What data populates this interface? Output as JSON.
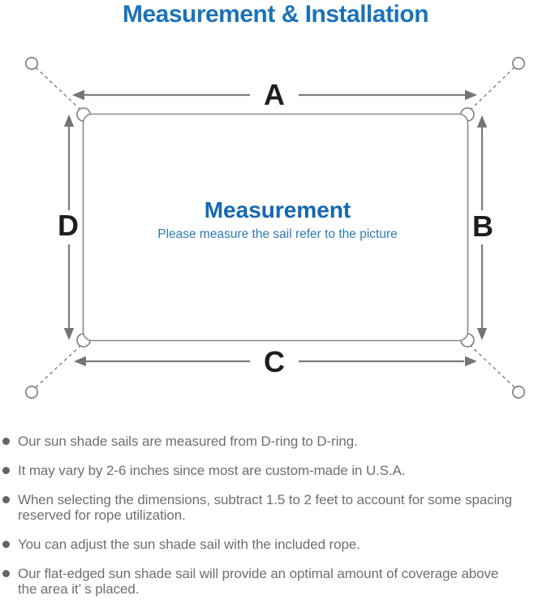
{
  "title": "Measurement & Installation",
  "diagram": {
    "labels": {
      "top": "A",
      "right": "B",
      "bottom": "C",
      "left": "D"
    },
    "center_title": "Measurement",
    "center_subtitle": "Please measure the sail refer to the picture"
  },
  "bullets": [
    "Our sun shade sails are measured from D-ring to D-ring.",
    "It may vary by 2-6 inches since most are custom-made in U.S.A.",
    "When selecting the dimensions, subtract 1.5 to 2 feet to account for some spacing\nreserved for rope utilization.",
    "You can adjust the sun shade sail with the included rope.",
    "Our flat-edged sun shade sail will provide an optimal amount of coverage above\nthe area it’ s placed."
  ],
  "colors": {
    "title_blue": "#1b73ba",
    "center_heading_blue": "#1568b0",
    "subtitle_blue": "#2d7ab8",
    "diagram_line_gray": "#7c7c7c",
    "dimension_label_black": "#1e1e1e",
    "body_text_gray": "#6f6f6f"
  }
}
